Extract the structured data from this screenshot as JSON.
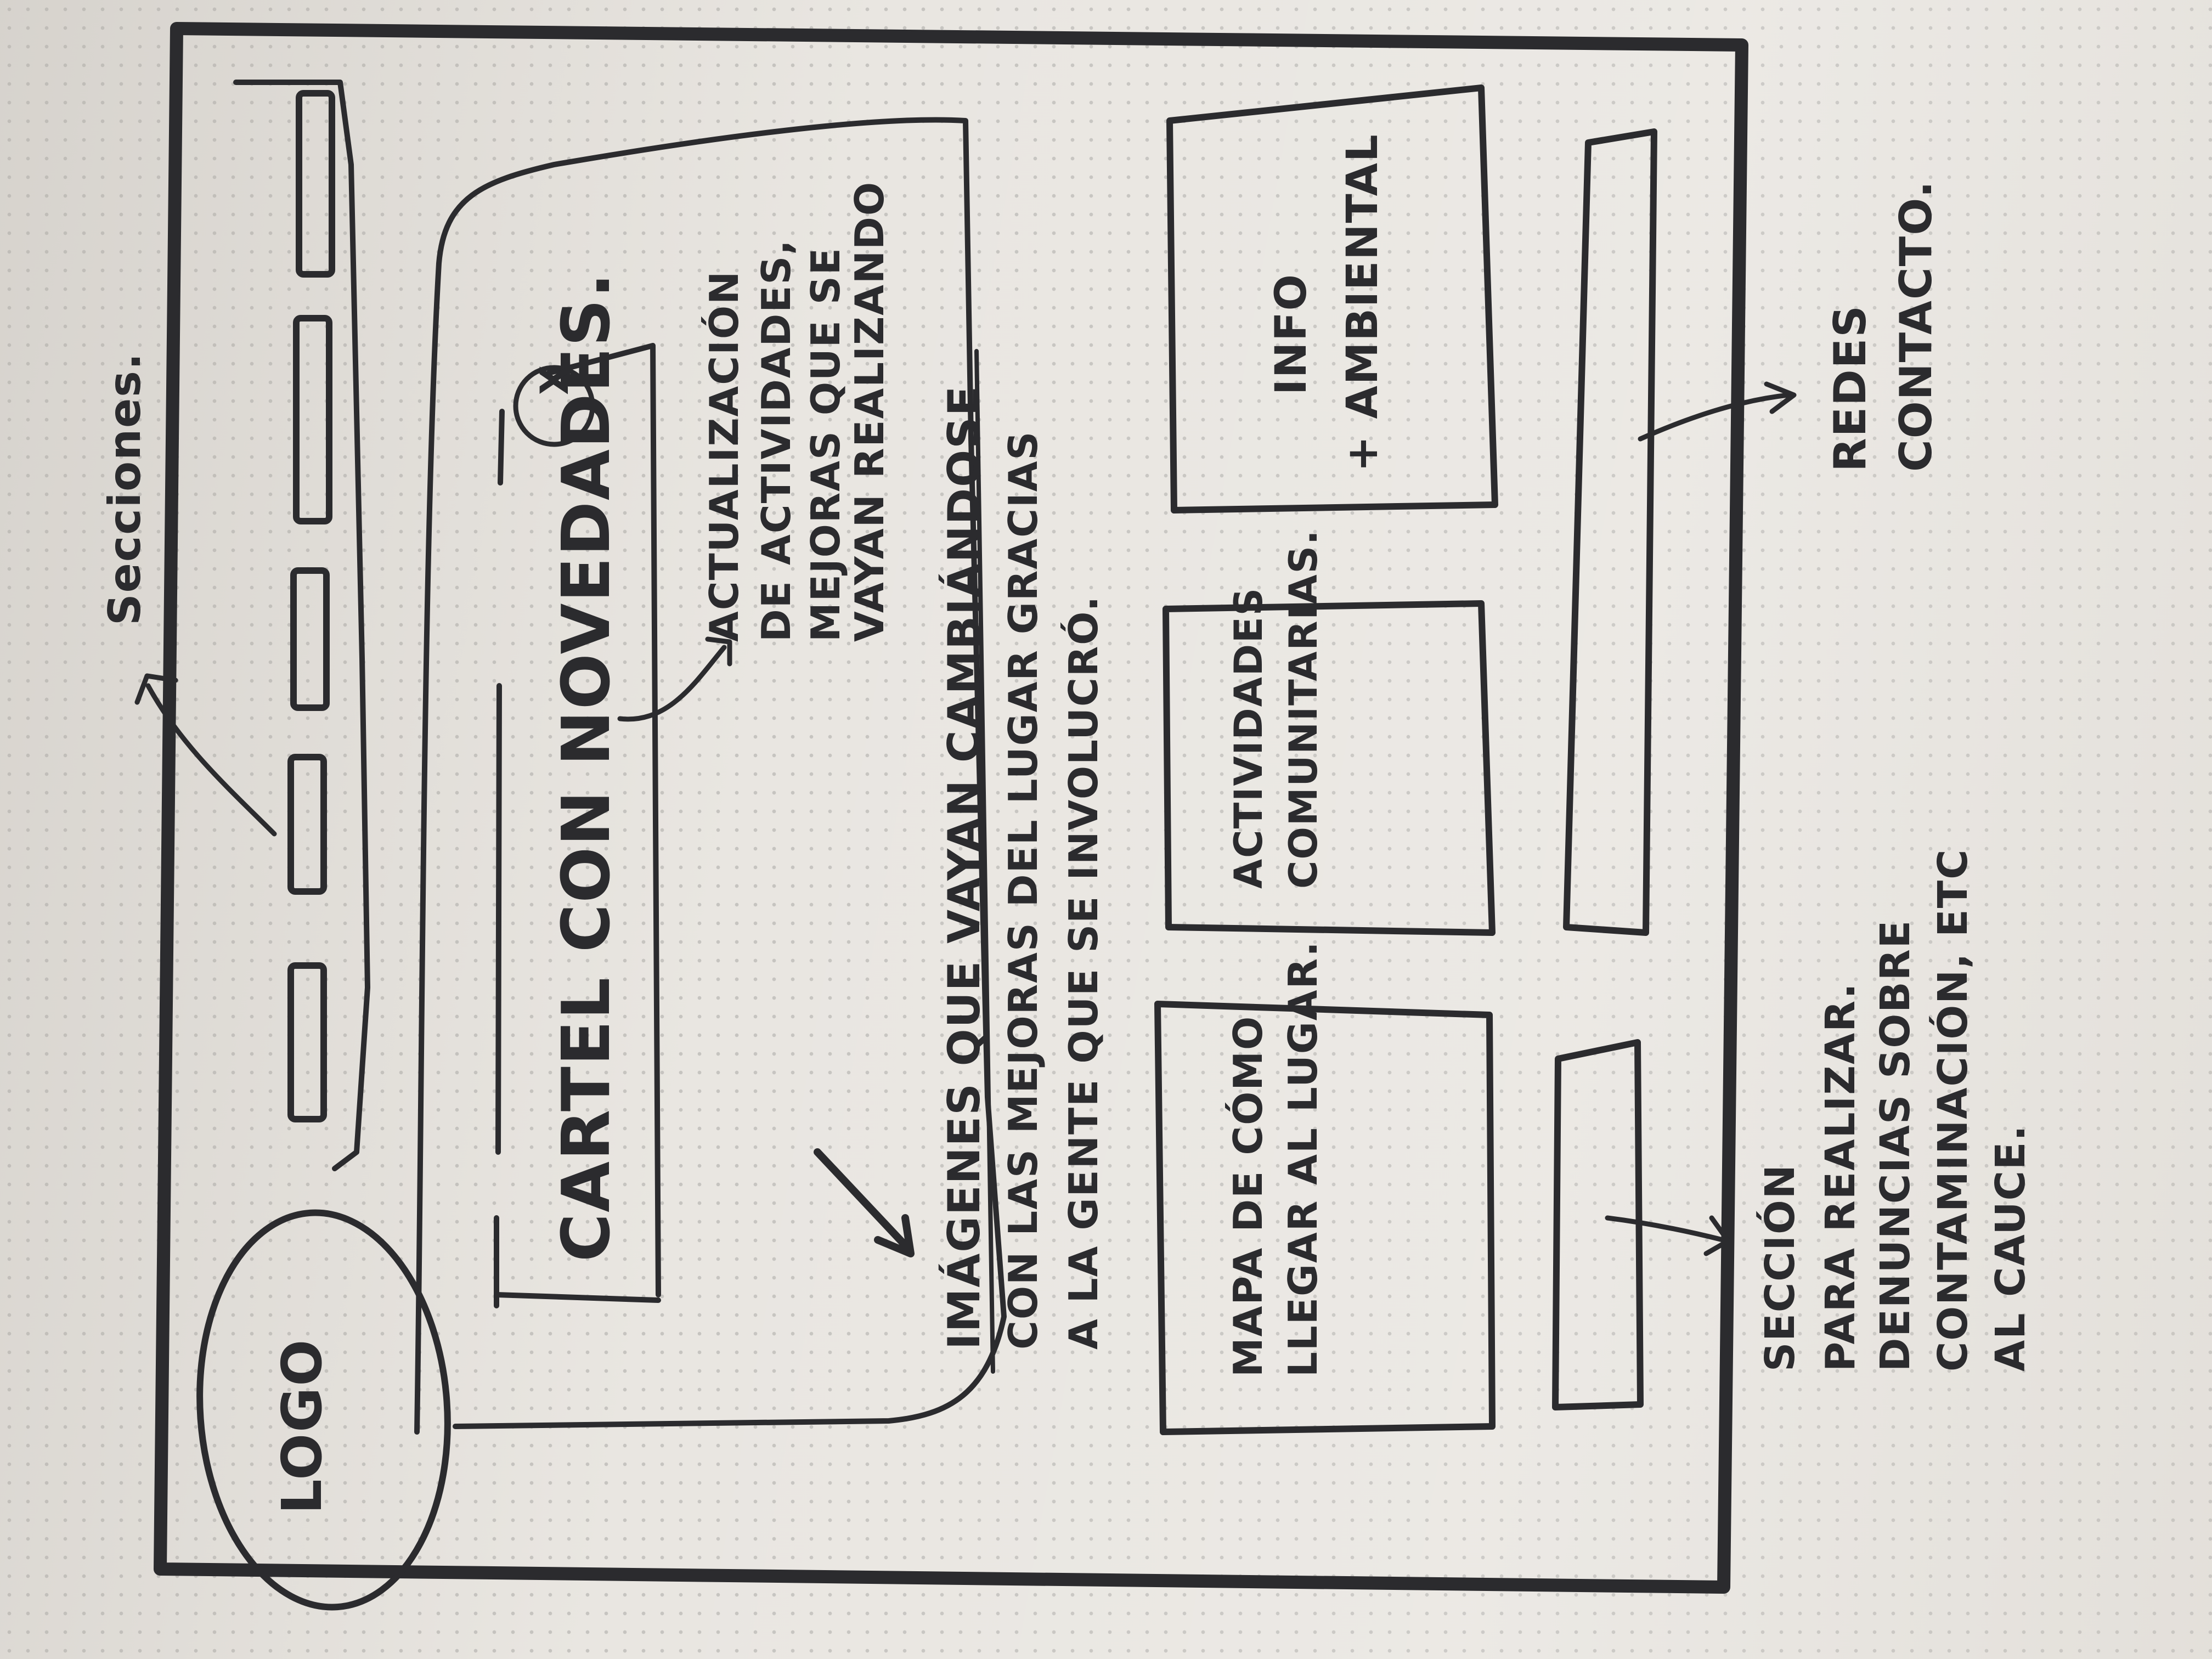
{
  "labels": {
    "logo": "LOGO",
    "secciones": "Secciones.",
    "cartel": "CARTEL CON NOVEDADES.",
    "cartel_close": "X",
    "actualizacion": [
      "ACTUALIZACIÓN",
      "DE ACTIVIDADES,",
      "MEJORAS QUE SE",
      "VAYAN REALIZANDO"
    ],
    "imagenes": [
      "IMÁGENES QUE VAYAN CAMBIÁNDOSE",
      "CON LAS MEJORAS DEL LUGAR GRACIAS",
      "A LA GENTE QUE SE INVOLUCRÓ."
    ],
    "mapa": [
      "MAPA DE CÓMO",
      "LLEGAR AL LUGAR."
    ],
    "actividades": [
      "ACTIVIDADES",
      "COMUNITARIAS."
    ],
    "info": [
      "INFO",
      "+ AMBIENTAL"
    ],
    "redes": [
      "REDES",
      "CONTACTO."
    ],
    "seccion": [
      "SECCIÓN",
      "PARA REALIZAR.",
      "DENUNCIAS SOBRE",
      "CONTAMINACIÓN, ETC",
      "AL CAUCE."
    ]
  },
  "colors": {
    "ink": "#2b2b2e",
    "paper": "#e9e6e1"
  }
}
